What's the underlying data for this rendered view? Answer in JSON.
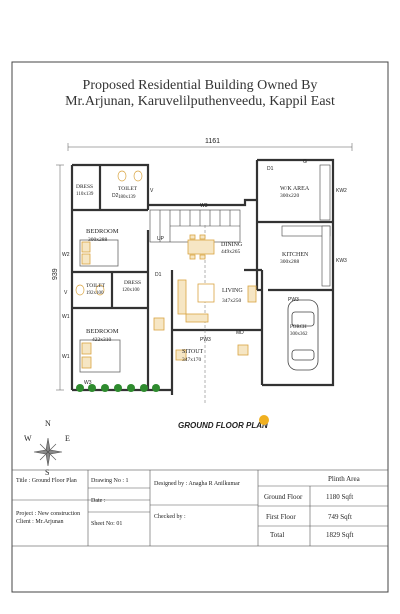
{
  "header": {
    "line1": "Proposed Residential Building Owned By",
    "line2": "Mr.Arjunan, Karuvelilputhenveedu, Kappil East"
  },
  "dimensions": {
    "width": "1161",
    "height": "939"
  },
  "rooms": {
    "dress1": {
      "name": "DRESS",
      "size": "110x139"
    },
    "toilet1": {
      "name": "TOILET",
      "size": "180x139"
    },
    "bedroom1": {
      "name": "BEDROOM",
      "size": "300x288"
    },
    "toilet2": {
      "name": "TOILET",
      "size": "192x100"
    },
    "dress2": {
      "name": "DRESS",
      "size": "120x100"
    },
    "bedroom2": {
      "name": "BEDROOM",
      "size": "422x310"
    },
    "dining": {
      "name": "DINING",
      "size": "449x265"
    },
    "living": {
      "name": "LIVING",
      "size": "347x250"
    },
    "sitout": {
      "name": "SITOUT",
      "size": "347x170"
    },
    "work_area": {
      "name": "W/K AREA",
      "size": "300x220"
    },
    "kitchen": {
      "name": "KITCHEN",
      "size": "300x288"
    },
    "porch": {
      "name": "PORCH",
      "size": "300x362"
    }
  },
  "openings": {
    "d1_top": "D1",
    "d2": "D2",
    "d1_mid": "D1",
    "md": "MD",
    "up": "UP",
    "w3_top": "W3",
    "pw3": "PW3",
    "kw2": "KW2",
    "kw3": "KW3",
    "pw3_porch": "PW3",
    "w2": "W2",
    "v_right": "V",
    "v_left": "V",
    "w1_a": "W1",
    "w1_b": "W1",
    "w3_bottom": "W3",
    "g": "G"
  },
  "plan_label": "GROUND FLOOR PLAN",
  "compass": {
    "n": "N",
    "s": "S",
    "e": "E",
    "w": "W"
  },
  "title_block": {
    "title": "Title : Ground Floor Plan",
    "drawing_no": "Drawing No : 1",
    "date": "Date :",
    "sheet_no": "Sheet No: 01",
    "project": "Project : New construction",
    "client": "Client : Mr.Arjunan",
    "designed_by": "Designed by :  Anagha R Anilkumar",
    "checked_by": "Checked by :",
    "plinth_header": "Plinth Area",
    "rows": [
      {
        "label": "Ground Floor",
        "value": "1180  Sqft"
      },
      {
        "label": "First Floor",
        "value": "749  Sqft"
      },
      {
        "label": "Total",
        "value": "1829  Sqft"
      }
    ]
  },
  "colors": {
    "wall": "#333333",
    "furniture": "#d9a441",
    "plant": "#2e8b2e",
    "badge": "#f0b020"
  }
}
